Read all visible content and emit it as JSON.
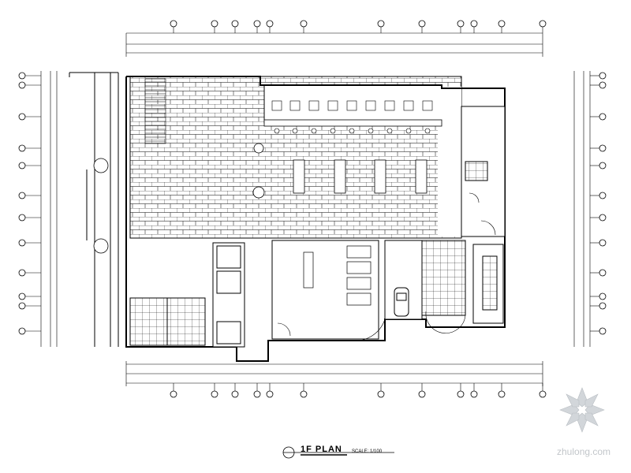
{
  "drawing": {
    "title": "1F PLAN",
    "scale_note": "SCALE: 1/100"
  },
  "watermark": {
    "text": "zhulong.com",
    "logo_icon": "zhulong-flower-logo-icon"
  },
  "colors": {
    "line": "#000000",
    "watermark": "#c2c6ca"
  }
}
